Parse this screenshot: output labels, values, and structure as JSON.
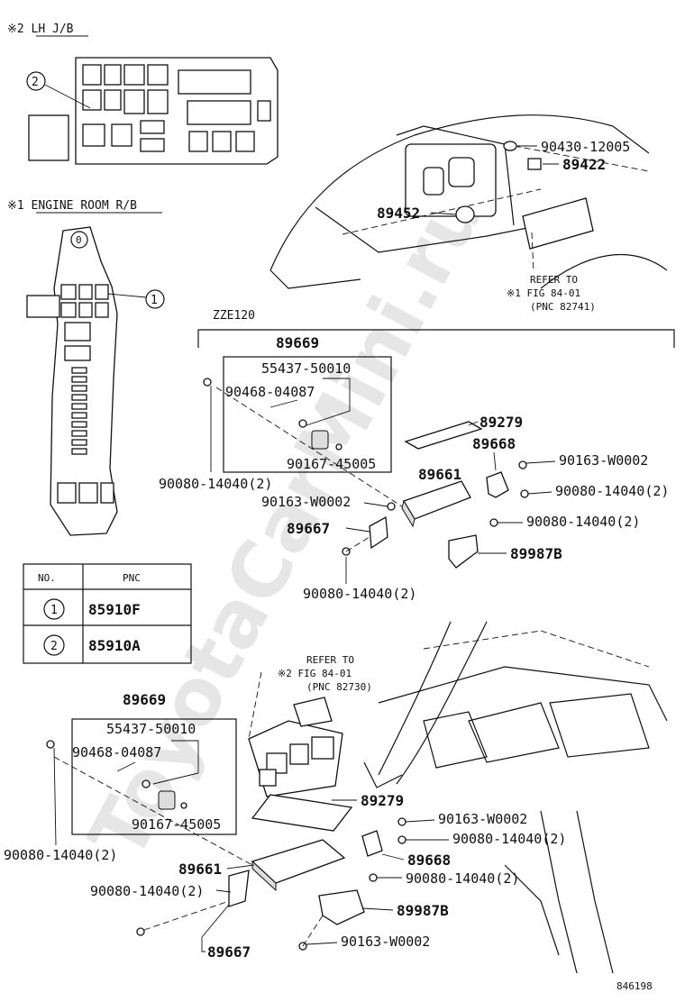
{
  "watermark": "ToyotaCarMini.ru",
  "top_left": {
    "lh_jb_title": "※2 LH J/B",
    "engine_room_rb_title": "※1 ENGINE ROOM R/B",
    "callout_2": "2",
    "callout_1": "1",
    "callout_0": "0"
  },
  "engine_section": {
    "parts": [
      "90430-12005",
      "89422",
      "89452"
    ],
    "refer_lines": [
      "REFER TO",
      "※1 FIG 84-01",
      "(PNC 82741)"
    ]
  },
  "zze120_section": {
    "label": "ZZE120",
    "kit_number": "89669",
    "kit_parts": [
      "55437-50010",
      "90468-04087",
      "90167-45005"
    ],
    "parts": {
      "bolt_left": "90080-14040(2)",
      "p89279": "89279",
      "p89668": "89668",
      "p89661": "89661",
      "p89667": "89667",
      "bolt_bottom": "90080-14040(2)",
      "screw_right_top": "90163-W0002",
      "bolt_right_1": "90080-14040(2)",
      "bolt_right_2": "90080-14040(2)",
      "screw_left": "90163-W0002",
      "p89987b": "89987B"
    }
  },
  "pnc_table": {
    "headers": [
      "NO.",
      "PNC"
    ],
    "rows": [
      {
        "no": "1",
        "pnc": "85910F"
      },
      {
        "no": "2",
        "pnc": "85910A"
      }
    ]
  },
  "bottom_section": {
    "refer_lines": [
      "REFER TO",
      "※2 FIG 84-01",
      "(PNC 82730)"
    ],
    "kit_number": "89669",
    "kit_parts": [
      "55437-50010",
      "90468-04087",
      "90167-45005"
    ],
    "parts": {
      "bolt_far_left": "90080-14040(2)",
      "p89279": "89279",
      "screw_1": "90163-W0002",
      "bolt_1": "90080-14040(2)",
      "p89668": "89668",
      "p89661": "89661",
      "bolt_2": "90080-14040(2)",
      "bolt_3": "90080-14040(2)",
      "p89987b": "89987B",
      "screw_2": "90163-W0002",
      "p89667": "89667"
    }
  },
  "figure_number": "846198"
}
